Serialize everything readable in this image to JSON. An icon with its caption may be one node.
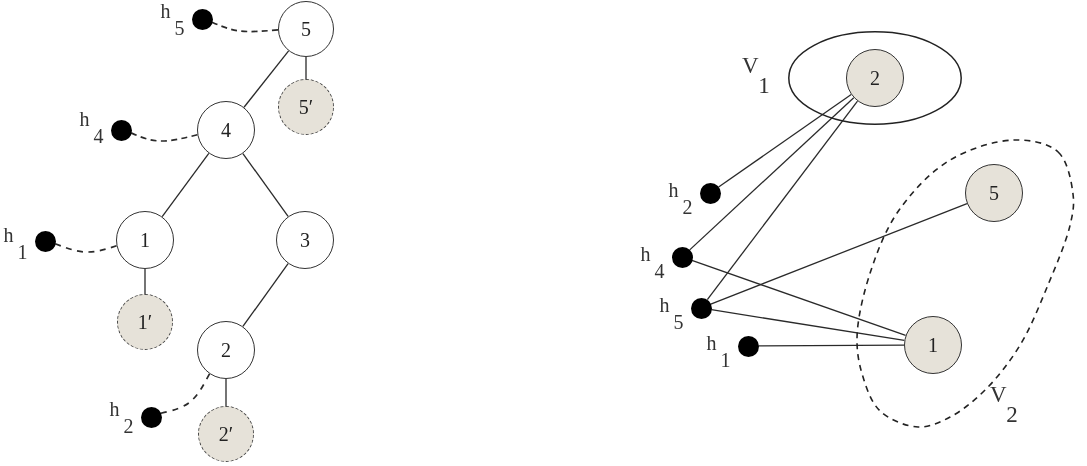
{
  "diagram": {
    "nodes": [
      {
        "text": [],
        "shape": "circle",
        "beside": [
          "h$_{5}$"
        ]
      },
      {
        "text": [
          "5"
        ]
      },
      {
        "text": [
          "5′"
        ]
      },
      {
        "text": [],
        "shape": "circle",
        "beside": [
          "h$_{4}$"
        ]
      },
      {
        "text": [
          "4"
        ]
      },
      {
        "text": [],
        "shape": "circle",
        "beside": [
          "h$_{1}$"
        ]
      },
      {
        "text": [
          "1"
        ]
      },
      {
        "text": [
          "3"
        ]
      },
      {
        "text": [
          "1′"
        ]
      },
      {
        "text": [
          "2"
        ]
      },
      {
        "text": [],
        "shape": "circle",
        "beside": [
          "h$_{2}$"
        ]
      },
      {
        "text": [
          "2′"
        ]
      },
      {
        "text": [
          "V$_{1}$"
        ]
      },
      {
        "text": [
          "2"
        ],
        "in": 12
      },
      {
        "text": [
          "V$_{2}$"
        ]
      },
      {
        "text": [
          "5"
        ],
        "in": 14
      },
      {
        "text": [
          "1"
        ],
        "in": 14
      },
      {
        "text": [],
        "shape": "circle",
        "beside": [
          "h$_{2}$"
        ]
      },
      {
        "text": [],
        "shape": "circle",
        "beside": [
          "h$_{4}$"
        ]
      },
      {
        "text": [],
        "shape": "circle",
        "beside": [
          "h$_{5}$"
        ]
      },
      {
        "text": [],
        "shape": "circle",
        "beside": [
          "h$_{1}$"
        ]
      }
    ],
    "edges": [
      {
        "from": 0,
        "to": 1,
        "arrow": "none",
        "style": "dashed"
      },
      {
        "from": 1,
        "to": 2,
        "arrow": "none"
      },
      {
        "from": 1,
        "to": 4,
        "arrow": "none"
      },
      {
        "from": 3,
        "to": 4,
        "arrow": "none",
        "style": "dashed"
      },
      {
        "from": 4,
        "to": 6,
        "arrow": "none"
      },
      {
        "from": 4,
        "to": 7,
        "arrow": "none"
      },
      {
        "from": 5,
        "to": 6,
        "arrow": "none",
        "style": "dashed"
      },
      {
        "from": 6,
        "to": 8,
        "arrow": "none"
      },
      {
        "from": 7,
        "to": 9,
        "arrow": "none"
      },
      {
        "from": 9,
        "to": 11,
        "arrow": "none"
      },
      {
        "from": 10,
        "to": 9,
        "arrow": "none",
        "style": "dashed"
      },
      {
        "from": 17,
        "to": 13,
        "arrow": "none"
      },
      {
        "from": 18,
        "to": 13,
        "arrow": "none"
      },
      {
        "from": 19,
        "to": 13,
        "arrow": "none"
      },
      {
        "from": 19,
        "to": 15,
        "arrow": "none"
      },
      {
        "from": 18,
        "to": 16,
        "arrow": "none"
      },
      {
        "from": 19,
        "to": 16,
        "arrow": "none"
      },
      {
        "from": 20,
        "to": 16,
        "arrow": "none"
      }
    ]
  }
}
